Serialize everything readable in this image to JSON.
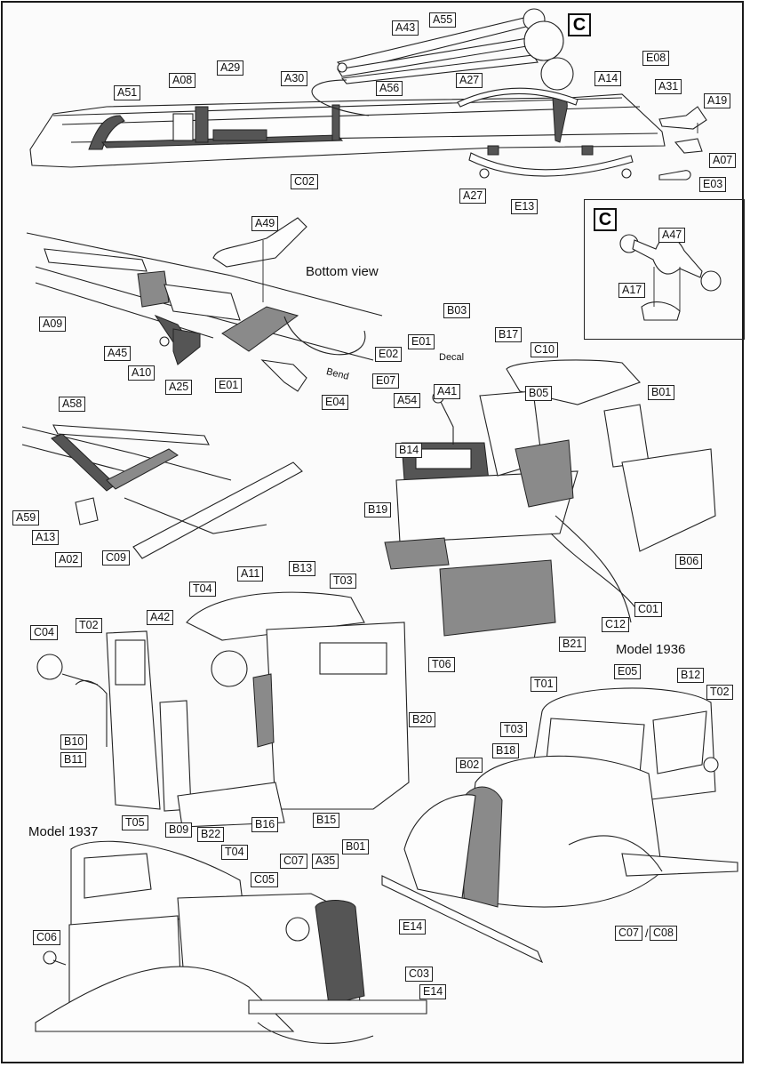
{
  "diagram": {
    "type": "model-kit-assembly-instructions",
    "sections": {
      "frame_assembly": {
        "labels": [
          "A43",
          "A55",
          "A56",
          "A30",
          "A29",
          "A08",
          "A51",
          "C02",
          "A27",
          "A14",
          "E08",
          "A31",
          "A19",
          "A07",
          "E03",
          "A27",
          "E13"
        ],
        "callout": "C"
      },
      "inset_c": {
        "title": "C",
        "labels": [
          "A47",
          "A17"
        ]
      },
      "bottom_view": {
        "caption": "Bottom view",
        "labels": [
          "A49",
          "A09",
          "A45",
          "A10",
          "A25",
          "E01",
          "E04",
          "E07",
          "E02",
          "E01"
        ],
        "note": "Bend"
      },
      "front_suspension": {
        "labels": [
          "A58",
          "A59",
          "A13",
          "A02",
          "C09"
        ]
      },
      "cab_interior": {
        "note": "Decal",
        "labels": [
          "B03",
          "B17",
          "C10",
          "A54",
          "A41",
          "B05",
          "B01",
          "B14",
          "B19",
          "B06",
          "C01",
          "C12",
          "B21"
        ]
      },
      "cab_doors": {
        "labels": [
          "C04",
          "T02",
          "A42",
          "T04",
          "A11",
          "B13",
          "T03",
          "T06",
          "B20",
          "B10",
          "B11",
          "B09",
          "B22",
          "B16",
          "B15"
        ]
      },
      "model_1936": {
        "caption": "Model 1936",
        "labels": [
          "T01",
          "E05",
          "B12",
          "T02",
          "T03",
          "B18",
          "B02",
          "E14",
          "C07",
          "C08"
        ]
      },
      "model_1937": {
        "caption": "Model 1937",
        "labels": [
          "T05",
          "T04",
          "C07",
          "A35",
          "B01",
          "C05",
          "C06",
          "C03",
          "E14"
        ]
      }
    }
  }
}
